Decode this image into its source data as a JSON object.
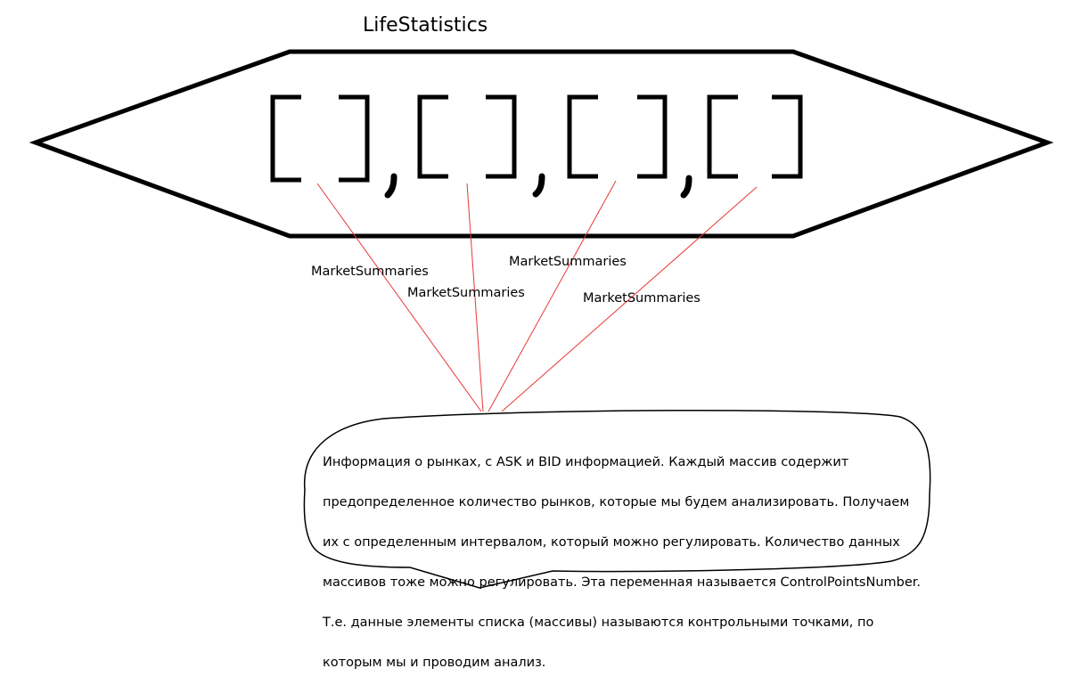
{
  "title": "LifeStatistics",
  "array_brackets": {
    "count": 4,
    "separator": ","
  },
  "labels": [
    "MarketSummaries",
    "MarketSummaries",
    "MarketSummaries",
    "MarketSummaries"
  ],
  "note": {
    "lines": [
      "Информация о рынках, с ASK и BID информацией. Каждый массив содержит",
      "предопределенное количество рынков, которые мы будем анализировать. Получаем",
      "их с определенным интервалом, который можно регулировать. Количество данных",
      "массивов тоже можно регулировать. Эта переменная называется ControlPointsNumber.",
      "Т.е. данные элементы списка (массивы) называются контрольными точками, по",
      "которым мы и проводим анализ."
    ]
  },
  "colors": {
    "outline": "#000000",
    "connector": "#e53935",
    "background": "#ffffff"
  }
}
